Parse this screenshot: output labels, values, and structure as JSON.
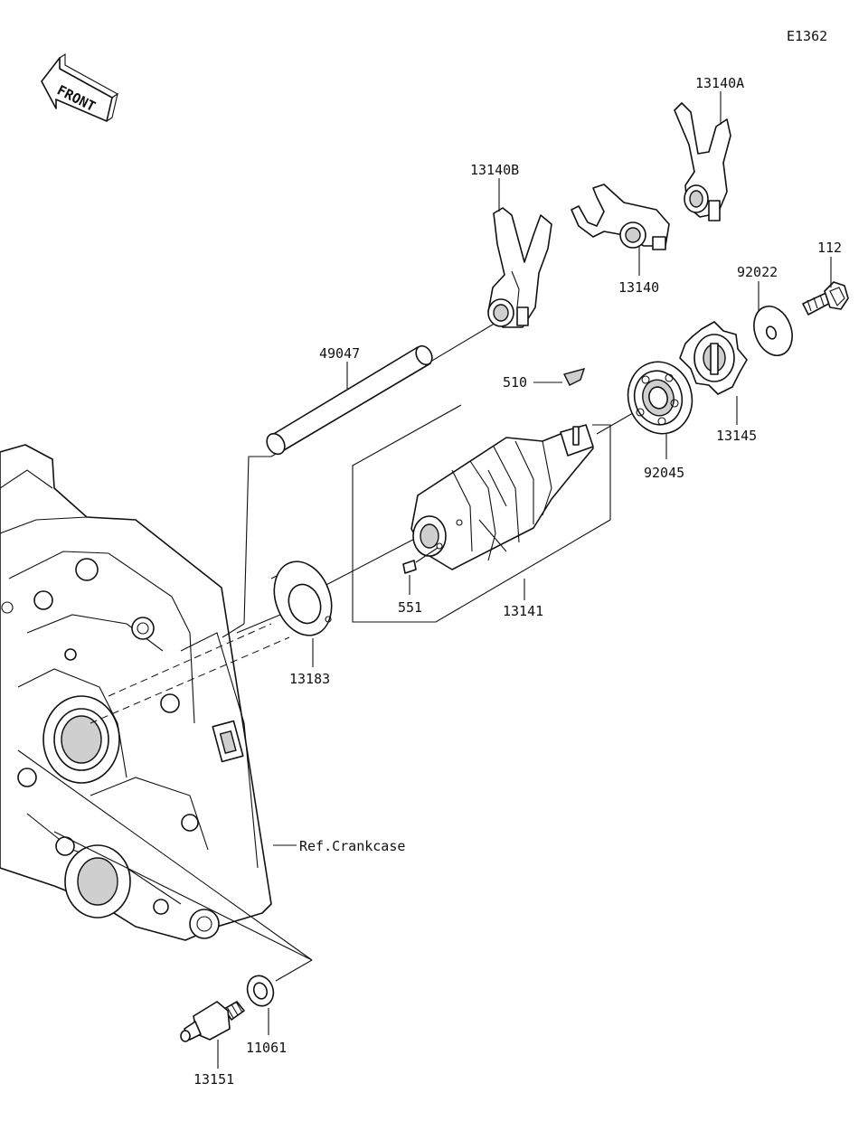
{
  "diagram": {
    "code": "E1362",
    "front_arrow": "FRONT",
    "parts": [
      {
        "key": "p13140A",
        "number": "13140A"
      },
      {
        "key": "p13140B",
        "number": "13140B"
      },
      {
        "key": "p13140",
        "number": "13140"
      },
      {
        "key": "p112",
        "number": "112"
      },
      {
        "key": "p92022",
        "number": "92022"
      },
      {
        "key": "p49047",
        "number": "49047"
      },
      {
        "key": "p510",
        "number": "510"
      },
      {
        "key": "p92045",
        "number": "92045"
      },
      {
        "key": "p13145",
        "number": "13145"
      },
      {
        "key": "p551",
        "number": "551"
      },
      {
        "key": "p13141",
        "number": "13141"
      },
      {
        "key": "p13183",
        "number": "13183"
      },
      {
        "key": "p11061",
        "number": "11061"
      },
      {
        "key": "p13151",
        "number": "13151"
      }
    ],
    "reference": "Ref.Crankcase"
  }
}
